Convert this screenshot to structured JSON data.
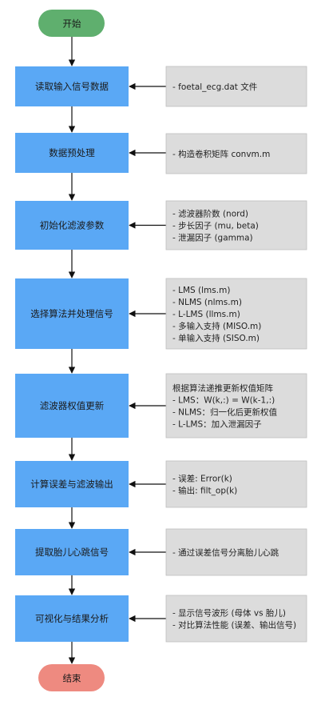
{
  "colors": {
    "start_fill": "#5FAF6E",
    "end_fill": "#EE8A80",
    "process_fill": "#5AA8F5",
    "note_fill": "#DCDCDC",
    "note_stroke": "#BFBFBF",
    "edge": "#111111"
  },
  "start": {
    "label": "开始"
  },
  "end": {
    "label": "结束"
  },
  "steps": [
    {
      "label": "读取输入信号数据",
      "note": [
        "- foetal_ecg.dat 文件"
      ]
    },
    {
      "label": "数据预处理",
      "note": [
        "- 构造卷积矩阵 convm.m"
      ]
    },
    {
      "label": "初始化滤波参数",
      "note": [
        "- 滤波器阶数 (nord)",
        "- 步长因子 (mu, beta)",
        "- 泄漏因子 (gamma)"
      ]
    },
    {
      "label": "选择算法并处理信号",
      "note": [
        "- LMS    (lms.m)",
        "- NLMS  (nlms.m)",
        "- L-LMS (llms.m)",
        "- 多输入支持 (MISO.m)",
        "- 单输入支持 (SISO.m)"
      ]
    },
    {
      "label": "滤波器权值更新",
      "note": [
        "根据算法递推更新权值矩阵",
        "- LMS：W(k,:) = W(k-1,:)",
        "- NLMS：归一化后更新权值",
        "- L-LMS：加入泄漏因子"
      ]
    },
    {
      "label": "计算误差与滤波输出",
      "note": [
        "- 误差: Error(k)",
        "- 输出: filt_op(k)"
      ]
    },
    {
      "label": "提取胎儿心跳信号",
      "note": [
        "- 通过误差信号分离胎儿心跳"
      ]
    },
    {
      "label": "可视化与结果分析",
      "note": [
        "- 显示信号波形 (母体 vs 胎儿)",
        "- 对比算法性能 (误差、输出信号)"
      ]
    }
  ]
}
